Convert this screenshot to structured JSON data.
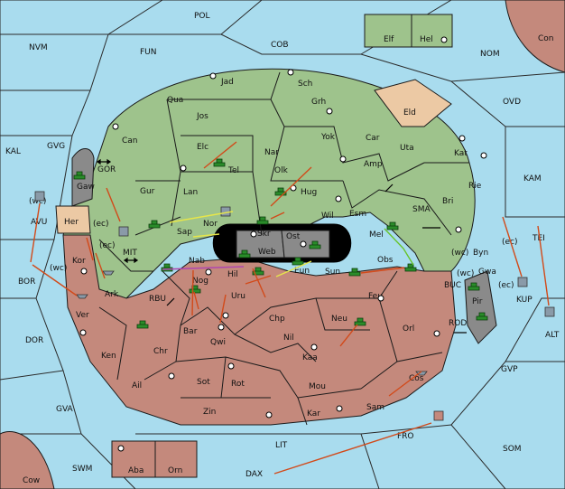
{
  "map": {
    "sea_color": "#a9dcee",
    "green_color": "#9ec38c",
    "red_color": "#c4897c",
    "tan_color": "#ecc9a4",
    "grey_color": "#8a8a8a"
  },
  "sea_labels": {
    "pol": "POL",
    "fun": "FUN",
    "cob": "COB",
    "nvm": "NVM",
    "nom": "NOM",
    "ovd": "OVD",
    "kal": "KAL",
    "gvg": "GVG",
    "gor": "GOR",
    "avu": "AVU",
    "bor": "BOR",
    "mit": "MIT",
    "rbu": "RBU",
    "dor": "DOR",
    "gva": "GVA",
    "swm": "SWM",
    "lit": "LIT",
    "dax": "DAX",
    "fro": "FRO",
    "som": "SOM",
    "gvp": "GVP",
    "alt": "ALT",
    "kup": "KUP",
    "tei": "TEI",
    "buc": "BUC",
    "rod": "ROD",
    "sma": "SMA",
    "kam": "KAM"
  },
  "land_labels": {
    "jad": "Jad",
    "sch": "Sch",
    "qua": "Qua",
    "jos": "Jos",
    "grh": "Grh",
    "eld": "Eld",
    "can": "Can",
    "elc": "Elc",
    "tel": "Tel",
    "nar": "Nar",
    "olk": "Olk",
    "yok": "Yok",
    "car": "Car",
    "uta": "Uta",
    "kat": "Kat",
    "amp": "Amp",
    "gaw": "Gaw",
    "gur": "Gur",
    "lan": "Lan",
    "hug": "Hug",
    "rie": "Rie",
    "bri": "Bri",
    "her": "Her",
    "nor": "Nor",
    "skr": "Skr",
    "wil": "Wil",
    "esm": "Esm",
    "sap": "Sap",
    "web": "Web",
    "ost": "Ost",
    "mel": "Mel",
    "byn": "Byn",
    "kor": "Kor",
    "nab": "Nab",
    "eun": "Eun",
    "obs": "Obs",
    "gwa": "Gwa",
    "hil": "Hil",
    "sun": "Sun",
    "ark": "Ark",
    "nog": "Nog",
    "uru": "Uru",
    "feu": "Feu",
    "pir": "Pir",
    "ver": "Ver",
    "bar": "Bar",
    "chp": "Chp",
    "neu": "Neu",
    "orl": "Orl",
    "qwi": "Qwi",
    "nil": "Nil",
    "ken": "Ken",
    "chr": "Chr",
    "kaa": "Kaa",
    "ail": "Ail",
    "sot": "Sot",
    "rot": "Rot",
    "mou": "Mou",
    "cos": "Cos",
    "zin": "Zin",
    "kar": "Kar",
    "sam": "Sam",
    "elf": "Elf",
    "hel": "Hel",
    "con": "Con",
    "aba": "Aba",
    "orn": "Orn",
    "cow": "Cow"
  },
  "coast_tags": {
    "wc_avu": "(wc)",
    "ec_her": "(ec)",
    "ec_kor": "(ec)",
    "wc_bor": "(wc)",
    "wc_byn": "(wc)",
    "ec_gwa": "(ec)",
    "wc_gwa": "(wc)",
    "ec_tei": "(ec)"
  },
  "units": {
    "green_armies": [
      "gaw",
      "tel",
      "hug",
      "sap",
      "skr",
      "mel",
      "obs",
      "ost",
      "web",
      "nab",
      "chr",
      "neu",
      "pir",
      "nor"
    ],
    "red_armies": [
      "nog",
      "hil",
      "eun",
      "sun"
    ],
    "fleets": [
      "avu",
      "bor-fleet",
      "ver",
      "kup",
      "alt",
      "cos",
      "fro",
      "mit-fleet"
    ]
  }
}
